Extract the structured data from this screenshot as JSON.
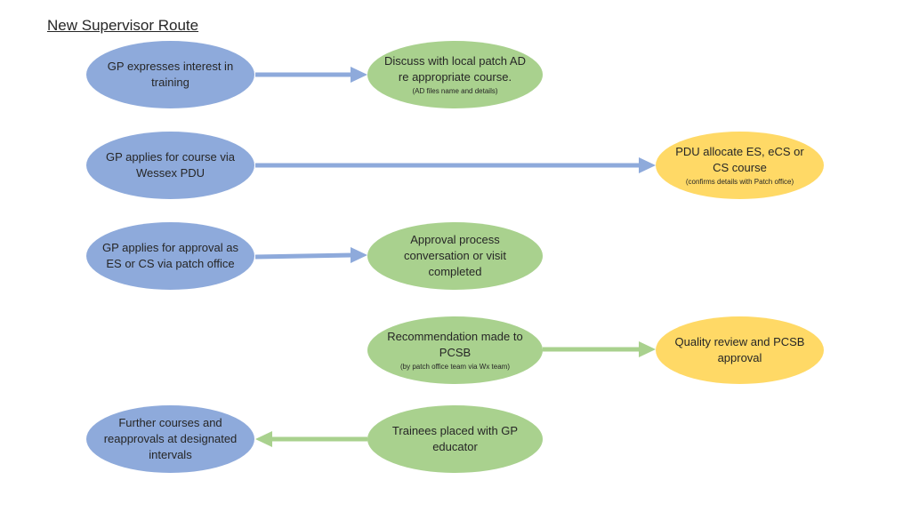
{
  "title": "New Supervisor Route",
  "colors": {
    "blue": "#8eaadb",
    "green": "#a9d18e",
    "yellow": "#ffd966",
    "text": "#262626"
  },
  "nodes": {
    "n1": {
      "text": "GP expresses interest in training",
      "note": ""
    },
    "n2": {
      "text": "Discuss with local patch AD re appropriate course.",
      "note": "(AD files name and details)"
    },
    "n3": {
      "text": "GP applies for course via Wessex PDU",
      "note": ""
    },
    "n4": {
      "text": "PDU allocate ES, eCS or CS course",
      "note": "(confirms details with Patch office)"
    },
    "n5": {
      "text": "GP applies for approval as ES or CS via patch office",
      "note": ""
    },
    "n6": {
      "text": "Approval process conversation or visit completed",
      "note": ""
    },
    "n7": {
      "text": "Recommendation made to PCSB",
      "note": "(by patch office team via Wx team)"
    },
    "n8": {
      "text": "Quality review and PCSB approval",
      "note": ""
    },
    "n9": {
      "text": "Further courses and reapprovals at designated intervals",
      "note": ""
    },
    "n10": {
      "text": "Trainees placed with GP educator",
      "note": ""
    }
  },
  "edges": [
    {
      "from": "GP expresses interest in training",
      "to": "Discuss with local patch AD re appropriate course.",
      "color": "blue"
    },
    {
      "from": "GP applies for course via Wessex PDU",
      "to": "PDU allocate ES, eCS or CS course",
      "color": "blue"
    },
    {
      "from": "GP applies for approval as ES or CS via patch office",
      "to": "Approval process conversation or visit completed",
      "color": "blue"
    },
    {
      "from": "Recommendation made to PCSB",
      "to": "Quality review and PCSB approval",
      "color": "green"
    },
    {
      "from": "Trainees placed with GP educator",
      "to": "Further courses and reapprovals at designated intervals",
      "color": "green"
    }
  ]
}
